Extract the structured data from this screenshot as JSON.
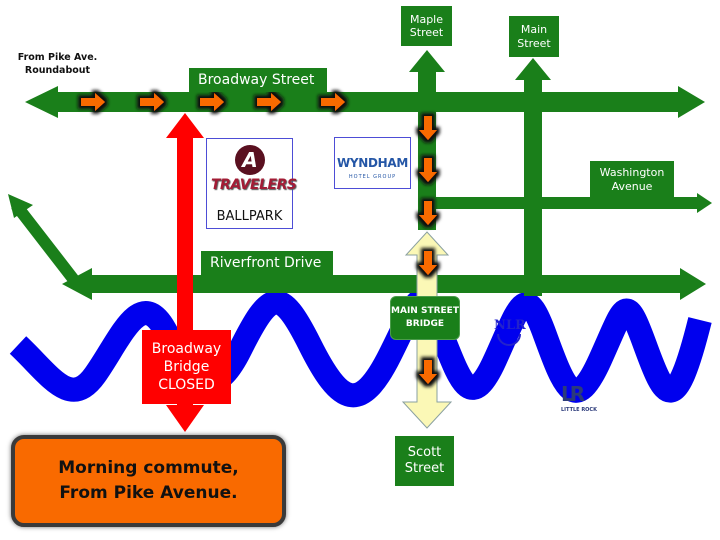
{
  "title": "Morning commute, From Pike Avenue.",
  "caption": {
    "line1": "Morning commute,",
    "line2": "From Pike Avenue."
  },
  "from_label": {
    "line1": "From Pike Ave.",
    "line2": "Roundabout"
  },
  "streets": {
    "broadway": "Broadway Street",
    "riverfront": "Riverfront Drive",
    "maple": {
      "line1": "Maple",
      "line2": "Street"
    },
    "main": {
      "line1": "Main",
      "line2": "Street"
    },
    "washington": {
      "line1": "Washington",
      "line2": "Avenue"
    },
    "scott": {
      "line1": "Scott",
      "line2": "Street"
    }
  },
  "bridges": {
    "broadway_closed": {
      "line1": "Broadway",
      "line2": "Bridge",
      "line3": "CLOSED"
    },
    "main_street": {
      "line1": "MAIN STREET",
      "line2": "BRIDGE"
    }
  },
  "landmarks": {
    "ballpark": {
      "logo_text": "TRAVELERS",
      "logo_mark": "A",
      "caption": "BALLPARK"
    },
    "wyndham": {
      "name": "WYNDHAM",
      "sub": "HOTEL GROUP"
    },
    "nlr": {
      "text": "NLR"
    },
    "lr": {
      "text": "LR",
      "sub": "LITTLE ROCK"
    }
  },
  "route": {
    "direction_icons": [
      "arrow-right-icon",
      "arrow-right-icon",
      "arrow-right-icon",
      "arrow-right-icon",
      "arrow-right-icon",
      "arrow-down-icon",
      "arrow-down-icon",
      "arrow-down-icon",
      "arrow-down-icon",
      "arrow-down-icon"
    ]
  },
  "colors": {
    "road": "#1a7f1a",
    "river": "#0000ee",
    "closed": "#ff0000",
    "route_arrow": "#f96a00",
    "bridge_open": "#fbf8b6",
    "caption_bg": "#f96a00"
  }
}
